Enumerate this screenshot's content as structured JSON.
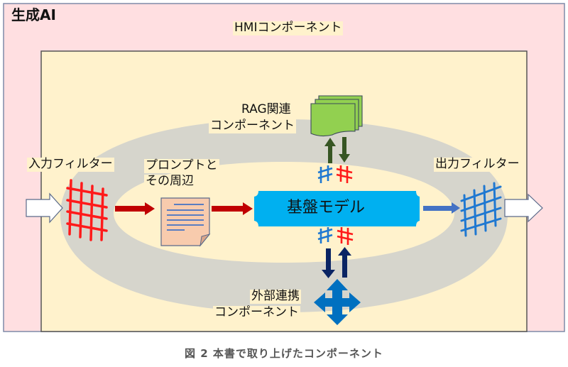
{
  "diagram": {
    "outer_label": "生成AI",
    "hmi_label": "HMIコンポーネント",
    "input_filter_label": "入力フィルター",
    "prompt_label_line1": "プロンプトと",
    "prompt_label_line2": "その周辺",
    "base_model_label": "基盤モデル",
    "output_filter_label": "出力フィルター",
    "rag_label_line1": "RAG関連",
    "rag_label_line2": "コンポーネント",
    "external_label_line1": "外部連携",
    "external_label_line2": "コンポーネント",
    "caption": "図 2  本書で取り上げたコンポーネント"
  },
  "colors": {
    "outer_bg": "#ffdfe1",
    "inner_bg": "#fff2cc",
    "ring": "#d6d5cc",
    "base_model": "#00b0f0",
    "input_filter": "#ff0000",
    "output_filter": "#1f78d1",
    "input_arrow": "#c00000",
    "output_arrow": "#4472c4",
    "rag_doc": "#92d050",
    "rag_arrow": "#375623",
    "ext_arrow": "#0a2463",
    "ext_icon": "#0070c0",
    "prompt_doc": "#f8cbad"
  }
}
